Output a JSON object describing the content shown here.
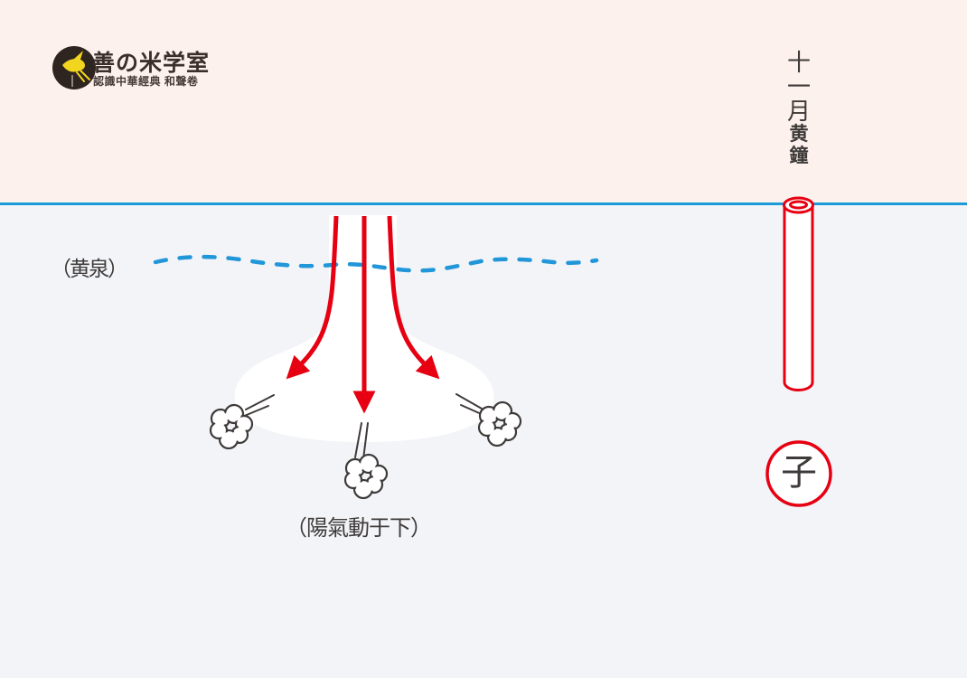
{
  "logo": {
    "icon": "swallow-bird-icon",
    "title": "善の米学室",
    "subtitle": "認識中華經典 和聲卷"
  },
  "right_panel": {
    "month_chars": [
      "十",
      "一",
      "月"
    ],
    "pitch_chars": [
      "黄",
      "鐘"
    ],
    "branch_char": "子"
  },
  "annotations": {
    "underground_spring": "（黄泉）",
    "yang_motion": "（陽氣動于下）"
  },
  "colors": {
    "sky_pink": "#fdf1ed",
    "ground_gray": "#f2f4f8",
    "horizon_blue": "#1b9cd8",
    "dash_blue": "#2196d8",
    "red_accent": "#e60012",
    "ink": "#3e3a39",
    "logo_brown": "#2e2420",
    "bird_yellow": "#f2d51f"
  }
}
